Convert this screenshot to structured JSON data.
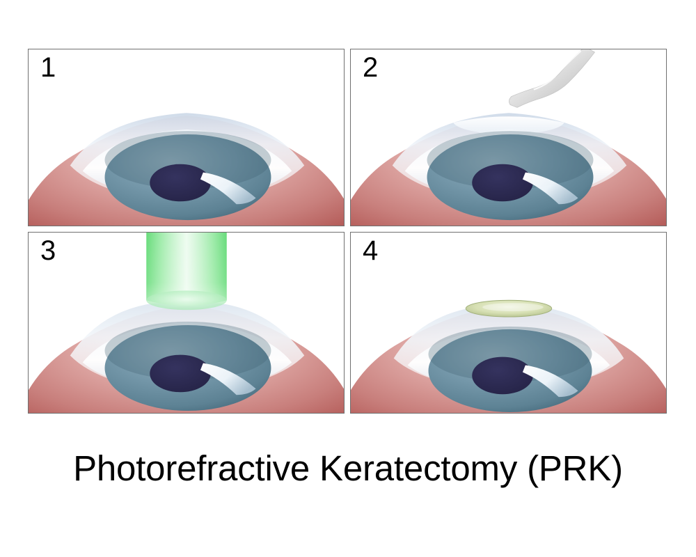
{
  "figure": {
    "title": "Photorefractive Keratectomy (PRK)",
    "background_color": "#ffffff"
  },
  "panels": [
    {
      "number": "1",
      "name": "panel-intact-eye",
      "caption_number": "1",
      "depicts": "intact eye with normal corneal dome, epithelium and stroma layers"
    },
    {
      "number": "2",
      "name": "panel-epithelium-removal",
      "caption_number": "2",
      "depicts": "surgical spatula brush removing the corneal epithelium"
    },
    {
      "number": "3",
      "name": "panel-laser-ablation",
      "caption_number": "3",
      "depicts": "green excimer laser beam reshaping the corneal stroma"
    },
    {
      "number": "4",
      "name": "panel-reshaped-cornea",
      "caption_number": "4",
      "depicts": "flattened reshaped cornea with ablated surface disc"
    }
  ],
  "colors": {
    "panel_border": "#6f6f6f",
    "sclera_light": "#f4dedc",
    "sclera_mid": "#cd8683",
    "sclera_deep": "#a93f3c",
    "iris_light": "#8aa7b5",
    "iris_mid": "#6f93a6",
    "iris_dark": "#4c7183",
    "pupil": "#2c2b56",
    "cornea_tint": "#dfe8f2",
    "cornea_highlight": "#ffffff",
    "laser_green_edge": "#66dd77",
    "laser_green_core": "#ddf8e2",
    "ablation_disc": "#c8d3a0",
    "instrument_gray": "#d9d9d9",
    "instrument_shadow": "#a8a8a8",
    "title_text": "#000000",
    "number_text": "#000000"
  },
  "labels": {
    "laser_beam": "laser-beam",
    "instrument": "epithelium-removal-spatula",
    "ablation_zone": "ablated-corneal-surface"
  }
}
